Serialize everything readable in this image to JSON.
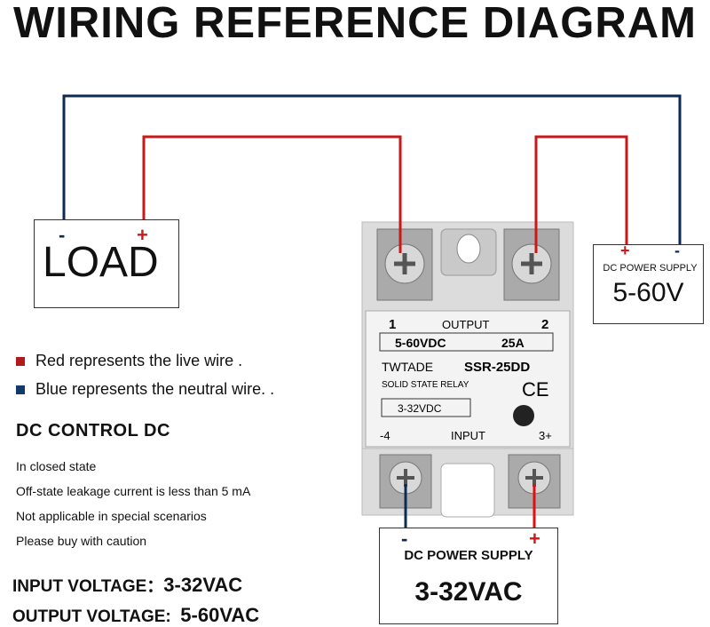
{
  "title": "WIRING REFERENCE DIAGRAM",
  "load": {
    "label": "LOAD",
    "neg": "-",
    "pos": "+"
  },
  "dc_output_supply": {
    "label": "DC POWER SUPPLY",
    "value": "5-60V",
    "neg": "-",
    "pos": "+"
  },
  "dc_input_supply": {
    "label": "DC POWER SUPPLY",
    "value": "3-32VAC",
    "neg": "-",
    "pos": "+"
  },
  "legend": [
    {
      "text": "Red represents the live wire .",
      "color": "#b01a1a"
    },
    {
      "text": "Blue represents the neutral wire. .",
      "color": "#123a6b"
    }
  ],
  "control": {
    "title": "DC CONTROL DC",
    "notes": [
      "In closed state",
      "Off-state leakage current is less than 5 mA",
      "Not applicable in special scenarios",
      "Please buy with caution"
    ]
  },
  "input_voltage": {
    "label": "INPUT VOLTAGE：",
    "value": "3-32VAC"
  },
  "output_voltage": {
    "label": "OUTPUT VOLTAGE:",
    "value": "5-60VAC"
  },
  "relay": {
    "terminal_1": "1",
    "terminal_2": "2",
    "output_label": "OUTPUT",
    "rating_voltage": "5-60VDC",
    "rating_current": "25A",
    "brand": "TWTADE",
    "model": "SSR-25DD",
    "type": "SOLID STATE RELAY",
    "ce": "CE",
    "control_voltage": "3-32VDC",
    "input_neg": "-4",
    "input_label": "INPUT",
    "input_pos": "3+"
  },
  "colors": {
    "live": "#c8191a",
    "neutral": "#0d2a55",
    "relay_body": "#e2e2e2",
    "relay_label": "#f2f2f2"
  }
}
